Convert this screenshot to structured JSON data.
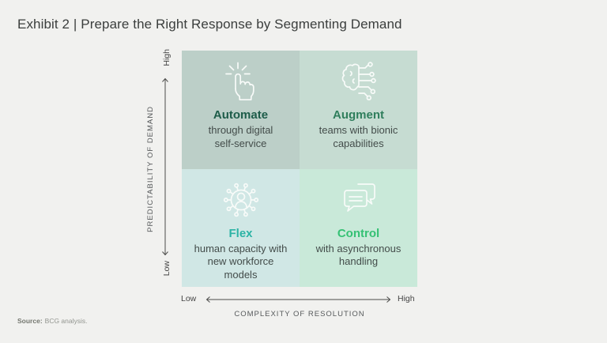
{
  "page": {
    "title": "Exhibit 2 | Prepare the Right Response by Segmenting Demand",
    "source_label": "Source:",
    "source_text": "BCG analysis.",
    "background": "#f1f1ef"
  },
  "axes": {
    "y": {
      "label": "PREDICTABILITY OF DEMAND",
      "top": "High",
      "bottom": "Low"
    },
    "x": {
      "label": "COMPLEXITY OF RESOLUTION",
      "left": "Low",
      "right": "High"
    }
  },
  "quadrants": [
    {
      "key": "automate",
      "icon": "tap-finger-icon",
      "title": "Automate",
      "description": "through digital self-service",
      "bg": "#bccfc8",
      "title_color": "#1d5c49"
    },
    {
      "key": "augment",
      "icon": "brain-circuit-icon",
      "title": "Augment",
      "description": "teams with bionic capabilities",
      "bg": "#c6dcd2",
      "title_color": "#2f7e5c"
    },
    {
      "key": "flex",
      "icon": "person-network-icon",
      "title": "Flex",
      "description": "human capacity with new workforce models",
      "bg": "#d0e7e5",
      "title_color": "#2cb3a5"
    },
    {
      "key": "control",
      "icon": "chat-bubbles-icon",
      "title": "Control",
      "description": "with asynchronous handling",
      "bg": "#c9e9d9",
      "title_color": "#35c174"
    }
  ]
}
